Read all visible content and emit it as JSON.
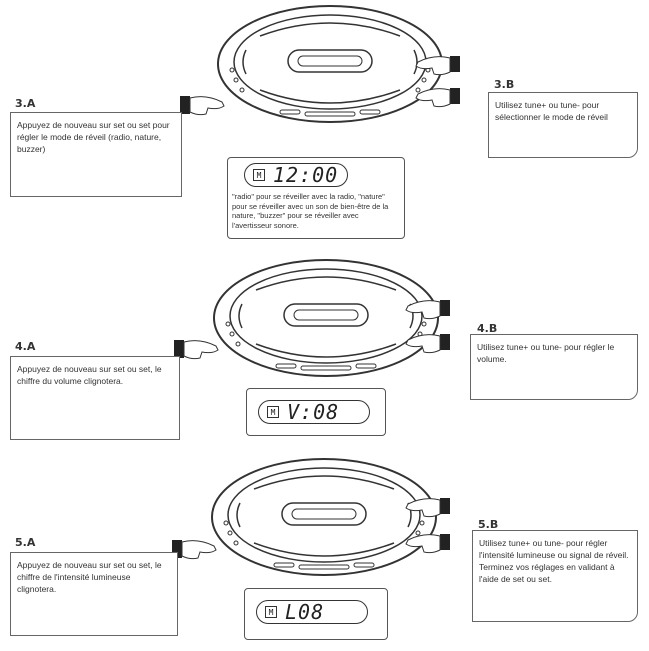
{
  "steps": [
    {
      "left_label": "3.A",
      "left_text": "Appuyez de nouveau sur set ou set pour régler le mode de réveil (radio, nature, buzzer)",
      "right_label": "3.B",
      "right_text": "Utilisez tune+ ou tune- pour sélectionner le mode de réveil",
      "display_mem": "M",
      "display_value": "12:00",
      "note": "\"radio\" pour se réveiller avec la radio, \"nature\" pour se réveiller avec un son de bien-être de la nature, \"buzzer\" pour se réveiller avec l'avertisseur sonore."
    },
    {
      "left_label": "4.A",
      "left_text": "Appuyez de nouveau sur set ou set, le chiffre du volume clignotera.",
      "right_label": "4.B",
      "right_text": "Utilisez tune+ ou tune- pour régler le volume.",
      "display_mem": "M",
      "display_value": "V:08"
    },
    {
      "left_label": "5.A",
      "left_text": "Appuyez de nouveau sur set ou set, le chiffre de l'intensité lumineuse clignotera.",
      "right_label": "5.B",
      "right_text": "Utilisez tune+ ou tune- pour régler l'intensité lumineuse ou signal de réveil. Terminez vos réglages en validant à l'aide de set ou set.",
      "display_mem": "M",
      "display_value": "L08"
    }
  ]
}
